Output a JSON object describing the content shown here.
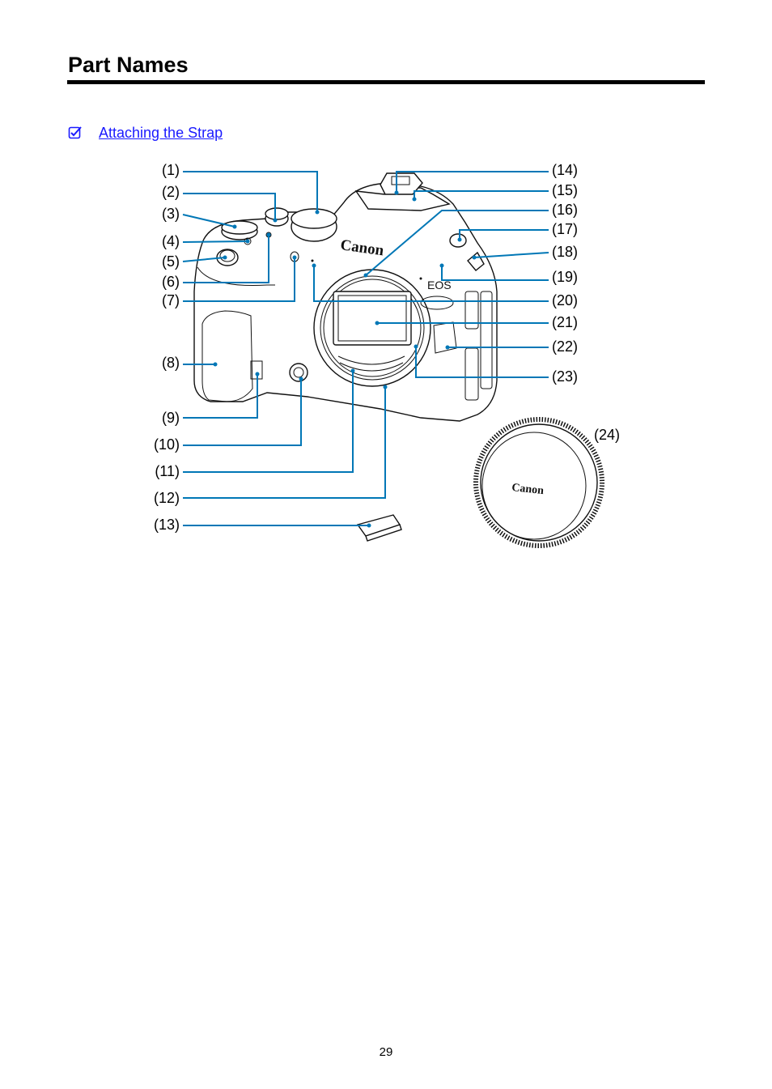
{
  "page": {
    "title": "Part Names",
    "page_number": "29"
  },
  "links": {
    "attaching_strap": "Attaching the Strap",
    "icon": "checkbox-pencil-icon"
  },
  "diagram": {
    "brand_text": "Canon",
    "model_text": "EOS",
    "cap_brand_text": "Canon",
    "accent_color": "#0077b6",
    "labels": {
      "l1": "(1)",
      "l2": "(2)",
      "l3": "(3)",
      "l4": "(4)",
      "l5": "(5)",
      "l6": "(6)",
      "l7": "(7)",
      "l8": "(8)",
      "l9": "(9)",
      "l10": "(10)",
      "l11": "(11)",
      "l12": "(12)",
      "l13": "(13)",
      "l14": "(14)",
      "l15": "(15)",
      "l16": "(16)",
      "l17": "(17)",
      "l18": "(18)",
      "l19": "(19)",
      "l20": "(20)",
      "l21": "(21)",
      "l22": "(22)",
      "l23": "(23)",
      "l24": "(24)"
    }
  }
}
